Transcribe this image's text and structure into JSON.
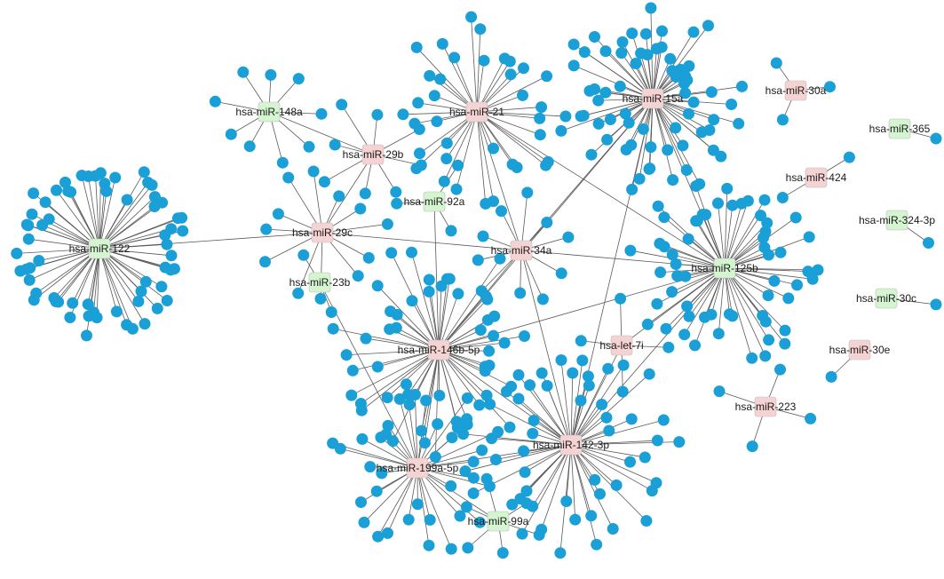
{
  "colors": {
    "background": "#ffffff",
    "target": "#1a9fd6",
    "hub_up": "#f6d3d3",
    "hub_down": "#d4f5d0",
    "edge": "#5a5a5a",
    "label": "#1a1a1a"
  },
  "legend_note": "",
  "hubs": [
    {
      "id": "hsa-miR-122",
      "label": "hsa-miR-122",
      "kind": "down",
      "targets": 64
    },
    {
      "id": "hsa-miR-148a",
      "label": "hsa-miR-148a",
      "kind": "down",
      "targets": 9
    },
    {
      "id": "hsa-miR-29b",
      "label": "hsa-miR-29b",
      "kind": "up",
      "targets": 8
    },
    {
      "id": "hsa-miR-29c",
      "label": "hsa-miR-29c",
      "kind": "up",
      "targets": 12
    },
    {
      "id": "hsa-miR-92a",
      "label": "hsa-miR-92a",
      "kind": "down",
      "targets": 3
    },
    {
      "id": "hsa-miR-21",
      "label": "hsa-miR-21",
      "kind": "up",
      "targets": 36
    },
    {
      "id": "hsa-miR-15a",
      "label": "hsa-miR-15a",
      "kind": "up",
      "targets": 66
    },
    {
      "id": "hsa-miR-30a",
      "label": "hsa-miR-30a",
      "kind": "up",
      "targets": 3
    },
    {
      "id": "hsa-miR-365",
      "label": "hsa-miR-365",
      "kind": "down",
      "targets": 1
    },
    {
      "id": "hsa-miR-424",
      "label": "hsa-miR-424",
      "kind": "up",
      "targets": 2
    },
    {
      "id": "hsa-miR-324-3p",
      "label": "hsa-miR-324-3p",
      "kind": "down",
      "targets": 1
    },
    {
      "id": "hsa-miR-125b",
      "label": "hsa-miR-125b",
      "kind": "down",
      "targets": 58
    },
    {
      "id": "hsa-miR-34a",
      "label": "hsa-miR-34a",
      "kind": "up",
      "targets": 10
    },
    {
      "id": "hsa-miR-23b",
      "label": "hsa-miR-23b",
      "kind": "down",
      "targets": 2
    },
    {
      "id": "hsa-miR-30c",
      "label": "hsa-miR-30c",
      "kind": "down",
      "targets": 1
    },
    {
      "id": "hsa-miR-30e",
      "label": "hsa-miR-30e",
      "kind": "up",
      "targets": 1
    },
    {
      "id": "hsa-let-7i",
      "label": "hsa-let-7i",
      "kind": "up",
      "targets": 4
    },
    {
      "id": "hsa-miR-146b-5p",
      "label": "hsa-miR-146b-5p",
      "kind": "up",
      "targets": 50
    },
    {
      "id": "hsa-miR-223",
      "label": "hsa-miR-223",
      "kind": "up",
      "targets": 4
    },
    {
      "id": "hsa-miR-142-3p",
      "label": "hsa-miR-142-3p",
      "kind": "up",
      "targets": 52
    },
    {
      "id": "hsa-miR-199a-5p",
      "label": "hsa-miR-199a-5p",
      "kind": "up",
      "targets": 34
    },
    {
      "id": "hsa-miR-99a",
      "label": "hsa-miR-99a",
      "kind": "down",
      "targets": 6
    }
  ],
  "cross_links": [
    [
      "hsa-miR-29b",
      "hsa-miR-148a"
    ],
    [
      "hsa-miR-29b",
      "hsa-miR-29c"
    ],
    [
      "hsa-miR-29c",
      "hsa-miR-34a"
    ],
    [
      "hsa-miR-21",
      "hsa-miR-34a"
    ],
    [
      "hsa-miR-21",
      "hsa-miR-125b"
    ],
    [
      "hsa-miR-15a",
      "hsa-miR-125b"
    ],
    [
      "hsa-miR-15a",
      "hsa-miR-146b-5p"
    ],
    [
      "hsa-miR-15a",
      "hsa-miR-142-3p"
    ],
    [
      "hsa-miR-15a",
      "hsa-miR-34a"
    ],
    [
      "hsa-miR-34a",
      "hsa-miR-125b"
    ],
    [
      "hsa-miR-34a",
      "hsa-miR-146b-5p"
    ],
    [
      "hsa-miR-34a",
      "hsa-miR-142-3p"
    ],
    [
      "hsa-miR-146b-5p",
      "hsa-miR-125b"
    ],
    [
      "hsa-miR-146b-5p",
      "hsa-miR-142-3p"
    ],
    [
      "hsa-miR-146b-5p",
      "hsa-miR-199a-5p"
    ],
    [
      "hsa-miR-142-3p",
      "hsa-miR-125b"
    ],
    [
      "hsa-miR-142-3p",
      "hsa-miR-199a-5p"
    ],
    [
      "hsa-miR-199a-5p",
      "hsa-miR-99a"
    ],
    [
      "hsa-miR-199a-5p",
      "hsa-miR-23b"
    ],
    [
      "hsa-let-7i",
      "hsa-miR-142-3p"
    ],
    [
      "hsa-let-7i",
      "hsa-miR-125b"
    ],
    [
      "hsa-miR-92a",
      "hsa-miR-146b-5p"
    ],
    [
      "hsa-miR-122",
      "hsa-miR-29c"
    ]
  ]
}
